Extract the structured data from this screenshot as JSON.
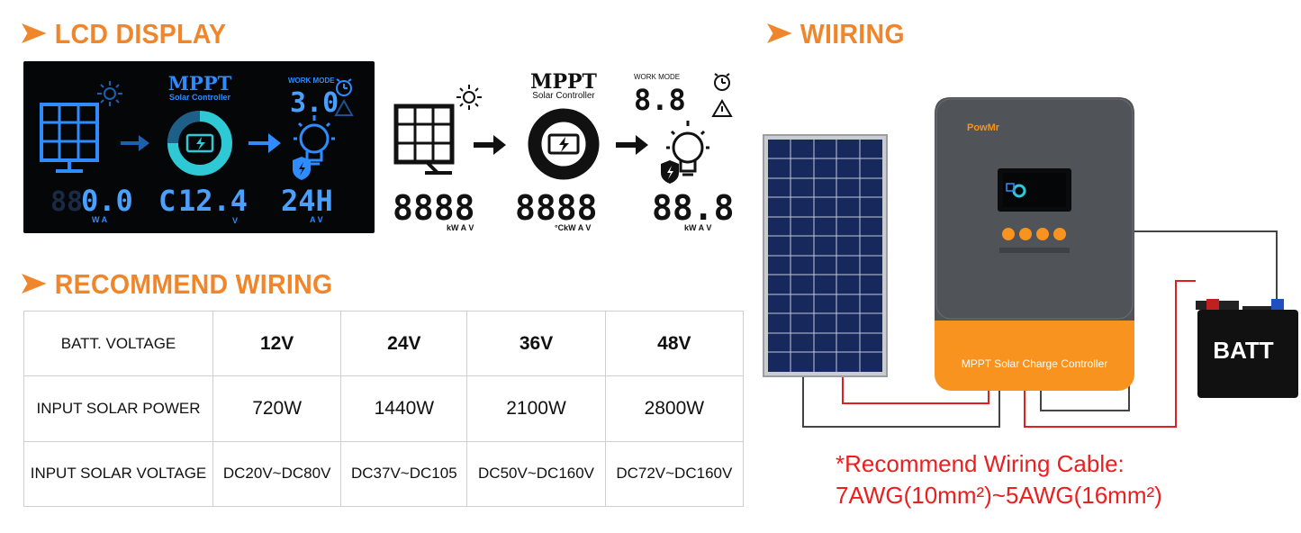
{
  "sections": {
    "lcd_title": "LCD DISPLAY",
    "recommend_title": "RECOMMEND WIRING",
    "wiring_title": "WIIRING"
  },
  "lcd_dark": {
    "brand": "MPPT",
    "sub": "Solar Controller",
    "work_mode_label": "WORK MODE",
    "work_mode_value": "3.0",
    "pv_value": "0.0",
    "pv_units": "W A",
    "batt_prefix": "C",
    "batt_value": "12.4",
    "batt_unit": "V",
    "load_value": "24H",
    "load_units": "A V"
  },
  "lcd_light": {
    "brand": "MPPT",
    "sub": "Solar Controller",
    "work_mode_label": "WORK MODE",
    "work_mode_value": "8.8",
    "pv_value": "8888",
    "pv_units": "kW A V",
    "batt_value": "8888",
    "batt_units": "°CkW A V",
    "load_value": "88.8",
    "load_units": "kW A V"
  },
  "table": {
    "rows": [
      {
        "label": "BATT. VOLTAGE",
        "cells": [
          "12V",
          "24V",
          "36V",
          "48V"
        ]
      },
      {
        "label": "INPUT SOLAR POWER",
        "cells": [
          "720W",
          "1440W",
          "2100W",
          "2800W"
        ]
      },
      {
        "label": "INPUT SOLAR VOLTAGE",
        "cells": [
          "DC20V~DC80V",
          "DC37V~DC105",
          "DC50V~DC160V",
          "DC72V~DC160V"
        ]
      }
    ]
  },
  "device": {
    "brand": "PowMr",
    "label": "MPPT Solar Charge Controller",
    "battery_label": "BATT"
  },
  "recommend": {
    "line1": "*Recommend Wiring Cable:",
    "line2": "7AWG(10mm²)~5AWG(16mm²)"
  },
  "colors": {
    "accent": "#f0862c",
    "lcd_blue": "#2f8cff",
    "cable_red": "#e02020",
    "device_body": "#505357",
    "device_orange": "#f7931e"
  }
}
